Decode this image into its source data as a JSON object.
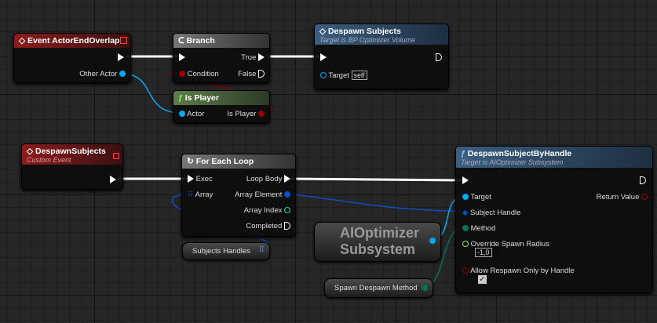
{
  "nodes": {
    "event_overlap": {
      "title": "Event ActorEndOverlap",
      "pin_other_actor": "Other Actor"
    },
    "branch": {
      "title": "Branch",
      "pin_condition": "Condition",
      "pin_true": "True",
      "pin_false": "False"
    },
    "despawn_subjects_call": {
      "title": "Despawn Subjects",
      "subtitle": "Target is BP Optimizer Volume",
      "pin_target": "Target",
      "target_value": "self"
    },
    "is_player": {
      "title": "Is Player",
      "pin_actor": "Actor",
      "pin_is_player": "Is Player"
    },
    "custom_event": {
      "title": "DespawnSubjects",
      "subtitle": "Custom Event"
    },
    "for_each": {
      "title": "For Each Loop",
      "pin_exec": "Exec",
      "pin_array": "Array",
      "pin_loop_body": "Loop Body",
      "pin_array_element": "Array Element",
      "pin_array_index": "Array Index",
      "pin_completed": "Completed"
    },
    "despawn_by_handle": {
      "title": "DespawnSubjectByHandle",
      "subtitle": "Target is AIOptimizer Subsystem",
      "pin_target": "Target",
      "pin_return": "Return Value",
      "pin_handle": "Subject Handle",
      "pin_method": "Method",
      "pin_radius": "Override Spawn Radius",
      "radius_value": "-1,0",
      "pin_allow": "Allow Respawn Only by Handle",
      "allow_checked": true
    },
    "subsystem": {
      "title": "AIOptimizer Subsystem"
    },
    "subjects_handles": {
      "title": "Subjects Handles"
    },
    "spawn_method": {
      "title": "Spawn Despawn Method"
    }
  },
  "colors": {
    "exec": "#ffffff",
    "object": "#00a8f4",
    "bool": "#950000",
    "struct": "#0a4fc4",
    "enum": "#00715a",
    "float": "#9ee83c"
  }
}
